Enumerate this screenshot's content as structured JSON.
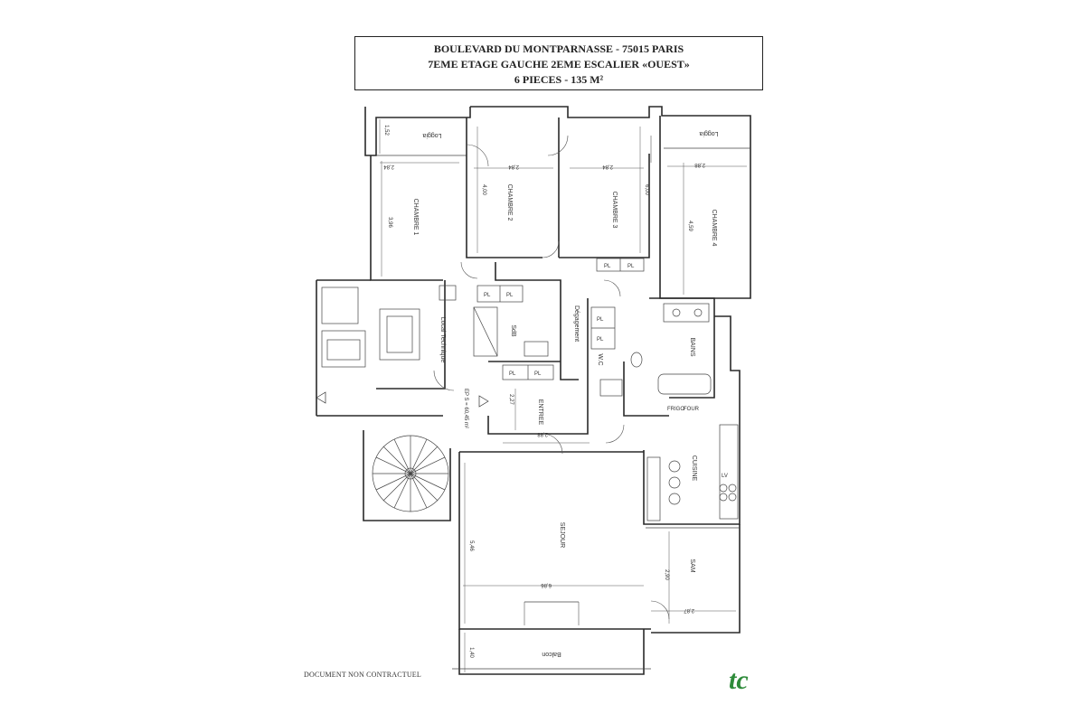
{
  "header": {
    "line1": "BOULEVARD DU MONTPARNASSE - 75015 PARIS",
    "line2": "7EME ETAGE GAUCHE 2EME ESCALIER «OUEST»",
    "line3": "6 PIECES - 135 M²"
  },
  "rooms": {
    "chambre1": "CHAMBRE 1",
    "chambre2": "CHAMBRE 2",
    "chambre3": "CHAMBRE 3",
    "chambre4": "CHAMBRE 4",
    "loggia_left": "Loggia",
    "loggia_right": "Loggia",
    "sdb": "SdB",
    "degagement": "Dégagement",
    "wc": "W.C",
    "bains": "BAINS",
    "local_technique": "Local Technique",
    "entree": "ENTREE",
    "cuisine": "CUISINE",
    "sejour": "SEJOUR",
    "sam": "SAM",
    "balcon": "Balcon",
    "palier": "EP S = 60,45 m²",
    "placard": "PL",
    "frigo": "FRIGO",
    "four": "FOUR",
    "lave_vaisselle": "LV"
  },
  "dimensions": {
    "loggia_depth_left": "1,52",
    "ch1_width": "2,84",
    "ch1_depth": "3,96",
    "ch2_width": "2,84",
    "ch2_depth": "4,00",
    "ch3_width": "2,84",
    "ch3_depth": "6,00",
    "ch4_width": "2,88",
    "ch4_depth": "4,59",
    "entree_height": "2,27",
    "entree_width": "2,88",
    "sejour_depth": "5,46",
    "sejour_width": "6,86",
    "sam_depth": "2,90",
    "sam_width": "2,87",
    "balcon_depth": "1,40"
  },
  "footer": {
    "disclaimer": "DOCUMENT NON CONTRACTUEL",
    "logo_text": "tc"
  },
  "colors": {
    "line": "#2a2a2a",
    "logo_green": "#2e8b3a"
  }
}
